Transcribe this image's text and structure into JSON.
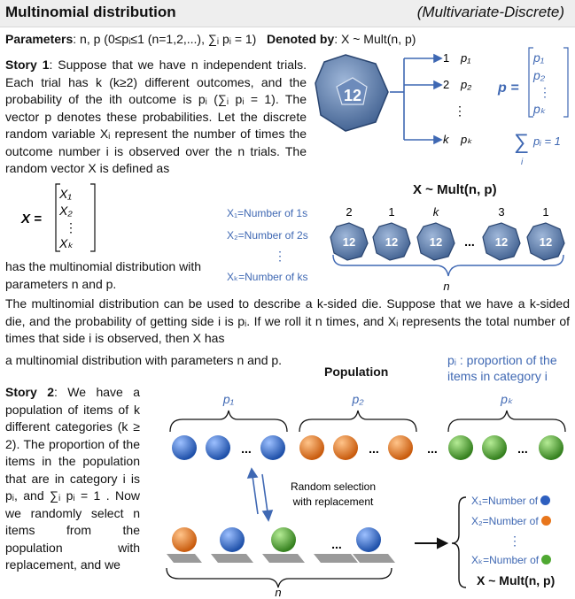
{
  "header": {
    "title": "Multinomial distribution",
    "subtitle": "(Multivariate-Discrete)"
  },
  "parameters": {
    "label": "Parameters",
    "text": ": n, p  (0≤pᵢ≤1 (n=1,2,...), ∑ᵢ pᵢ = 1)",
    "denoted_label": "Denoted by",
    "denoted_text": ": X ~ Mult(n, p)"
  },
  "story1": {
    "label": "Story 1",
    "text": ": Suppose that we have n independent trials. Each trial has k (k≥2) different outcomes, and the probability of the ith outcome is pᵢ (∑ᵢ pᵢ = 1). The vector p denotes these probabilities. Let the discrete random variable Xᵢ represent the number of times the outcome number i is observed over the n trials. The random vector X is defined as",
    "after_text": "has the multinomial distribution with parameters n and p."
  },
  "vector_X": {
    "lhs": "X =",
    "entries": [
      "X₁",
      "X₂",
      "⋮",
      "Xₖ"
    ]
  },
  "die_diagram": {
    "die_label": "12",
    "outcomes": [
      {
        "index": "1",
        "prob": "p₁"
      },
      {
        "index": "2",
        "prob": "p₂"
      },
      {
        "index": "⋮",
        "prob": ""
      },
      {
        "index": "k",
        "prob": "pₖ"
      }
    ],
    "p_vector": {
      "lhs": "p =",
      "entries": [
        "p₁",
        "p₂",
        "⋮",
        "pₖ"
      ]
    },
    "sum_text": "pᵢ = 1",
    "sum_index": "i"
  },
  "rolls_diagram": {
    "title": "X ~ Mult(n, p)",
    "labels": [
      "X₁=Number of 1s",
      "X₂=Number of 2s",
      "⋮",
      "Xₖ=Number of ks"
    ],
    "counts": [
      "2",
      "1",
      "k",
      "3",
      "1"
    ],
    "die_label": "12",
    "ellipsis": "...",
    "n_label": "n"
  },
  "middle": {
    "text": "The multinomial distribution can be used to describe a k-sided die. Suppose that we have a k-sided die, and the probability of getting side i is pᵢ. If we roll it n times, and Xᵢ represents the total number of times that side i is observed, then X has",
    "text2": "a multinomial distribution with parameters n and p."
  },
  "story2": {
    "label": "Story 2",
    "text": ": We have a population of items of k different categories (k ≥ 2). The proportion of the items in the population that are in category i is pᵢ, and ∑ᵢ pᵢ = 1 . Now we randomly select n items from the population with replacement, and we"
  },
  "population": {
    "title": "Population",
    "note": "pᵢ : proportion of the items in category i",
    "groups": [
      "p₁",
      "p₂",
      "pₖ"
    ],
    "ellipsis": "...",
    "selection_label": "Random selection with replacement",
    "n_label": "n",
    "result_labels": [
      "X₁=Number of",
      "X₂=Number of",
      "⋮",
      "Xₖ=Number of"
    ],
    "result_dist": "X ~ Mult(n, p)",
    "colors": {
      "blue": "#2e5fbf",
      "orange": "#e8761c",
      "green": "#4fa832",
      "accent": "#3f68b3"
    }
  }
}
